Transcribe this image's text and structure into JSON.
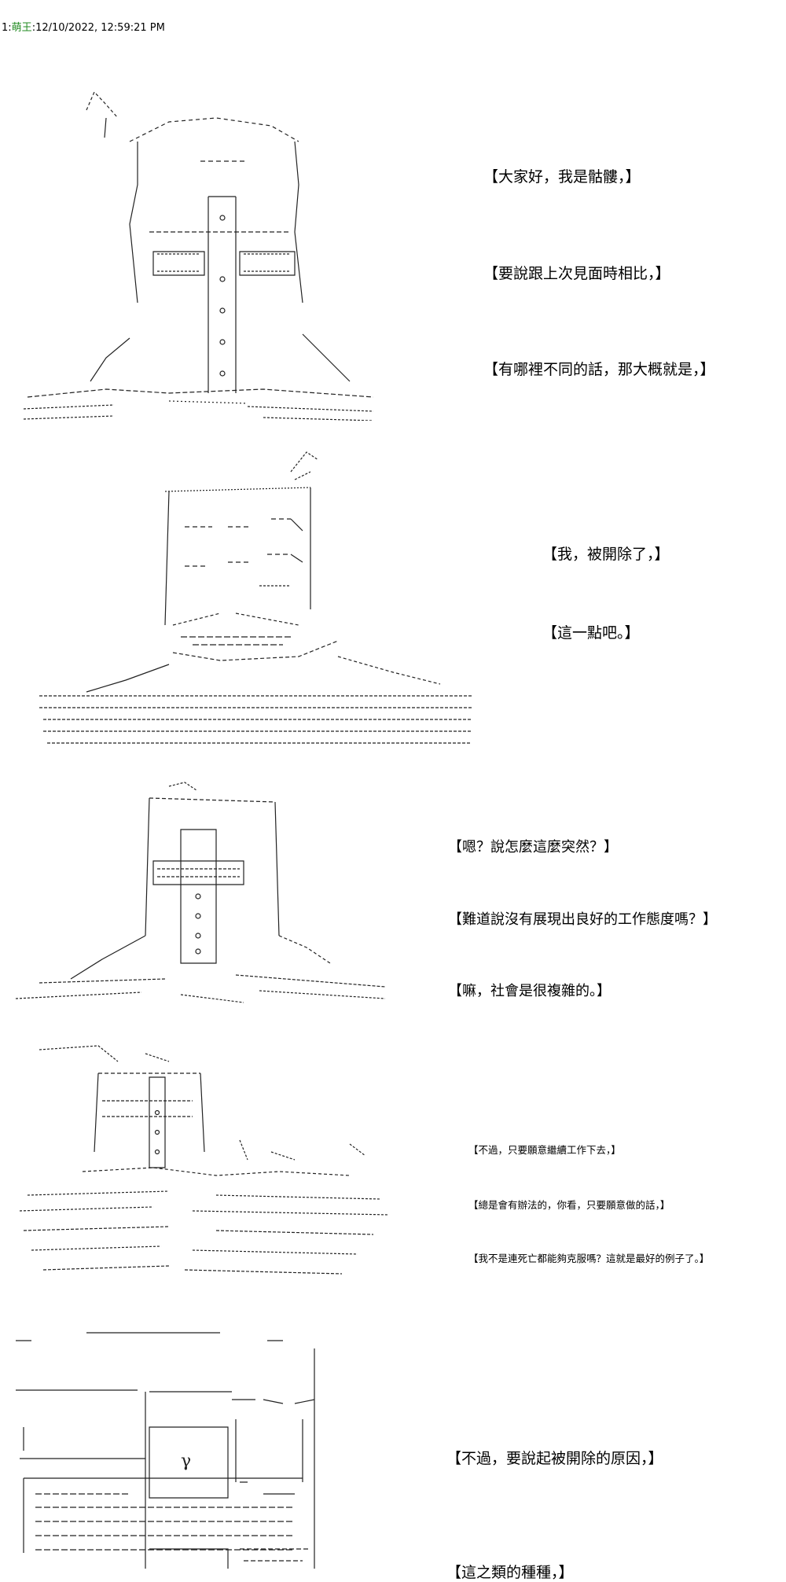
{
  "post": {
    "number": "1",
    "separator": ":",
    "poster": "萌王",
    "datetime": ":12/10/2022, 12:59:21 PM"
  },
  "panels": [
    {
      "lines": [
        "【大家好，我是骷髏，】",
        "【要說跟上次見面時相比，】",
        "【有哪裡不同的話，那大概就是，】"
      ]
    },
    {
      "lines": [
        "【我，被開除了，】",
        "【這一點吧。】"
      ]
    },
    {
      "lines": [
        "【嗯？說怎麼這麼突然？】",
        "【難道說沒有展現出良好的工作態度嗎？】",
        "【嘛，社會是很複雜的。】"
      ]
    },
    {
      "lines": [
        "【不過，只要願意繼續工作下去，】",
        "【總是會有辦法的，你看，只要願意做的話，】",
        "【我不是連死亡都能夠克服嗎？這就是最好的例子了。】"
      ]
    },
    {
      "lines": [
        "【不過，要說起被開除的原因，】",
        "【這之類的種種，】"
      ]
    }
  ]
}
